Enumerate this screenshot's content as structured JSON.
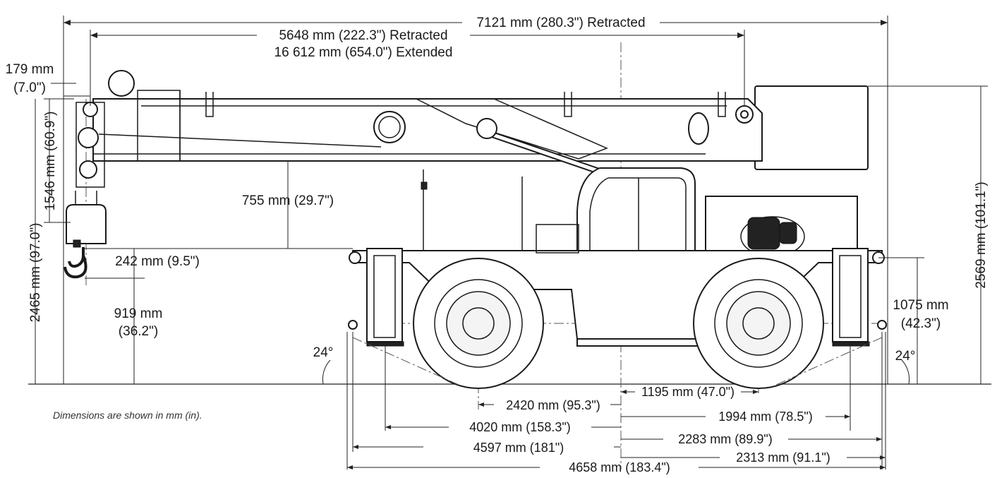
{
  "dimensions": {
    "overall_length_retracted": "7121 mm (280.3\") Retracted",
    "boom_retracted": "5648 mm (222.3\") Retracted",
    "boom_extended": "16 612 mm (654.0\") Extended",
    "sheave_offset_mm": "179 mm",
    "sheave_offset_in": "(7.0\")",
    "boom_head_height": "1546 mm (60.9\")",
    "hook_height": "2465 mm (97.0\")",
    "boom_to_body": "755 mm (29.7\")",
    "hook_to_deck": "242 mm (9.5\")",
    "deck_height_mm": "919 mm",
    "deck_height_in": "(36.2\")",
    "overall_height": "2569 mm (101.1\")",
    "outrigger_height_mm": "1075 mm",
    "outrigger_height_in": "(42.3\")",
    "approach_angle": "24°",
    "departure_angle": "24°",
    "center_to_rear_axle": "1195 mm (47.0\")",
    "wheelbase": "2420 mm (95.3\")",
    "center_to_rear_pad": "1994 mm (78.5\")",
    "pad_to_pad": "4020 mm (158.3\")",
    "center_to_rear_outrigger": "2283 mm (89.9\")",
    "outrigger_span": "4597 mm (181\")",
    "center_to_rear_end": "2313 mm (91.1\")",
    "overall_width_base": "4658 mm (183.4\")"
  },
  "note": "Dimensions are shown in mm (in)."
}
